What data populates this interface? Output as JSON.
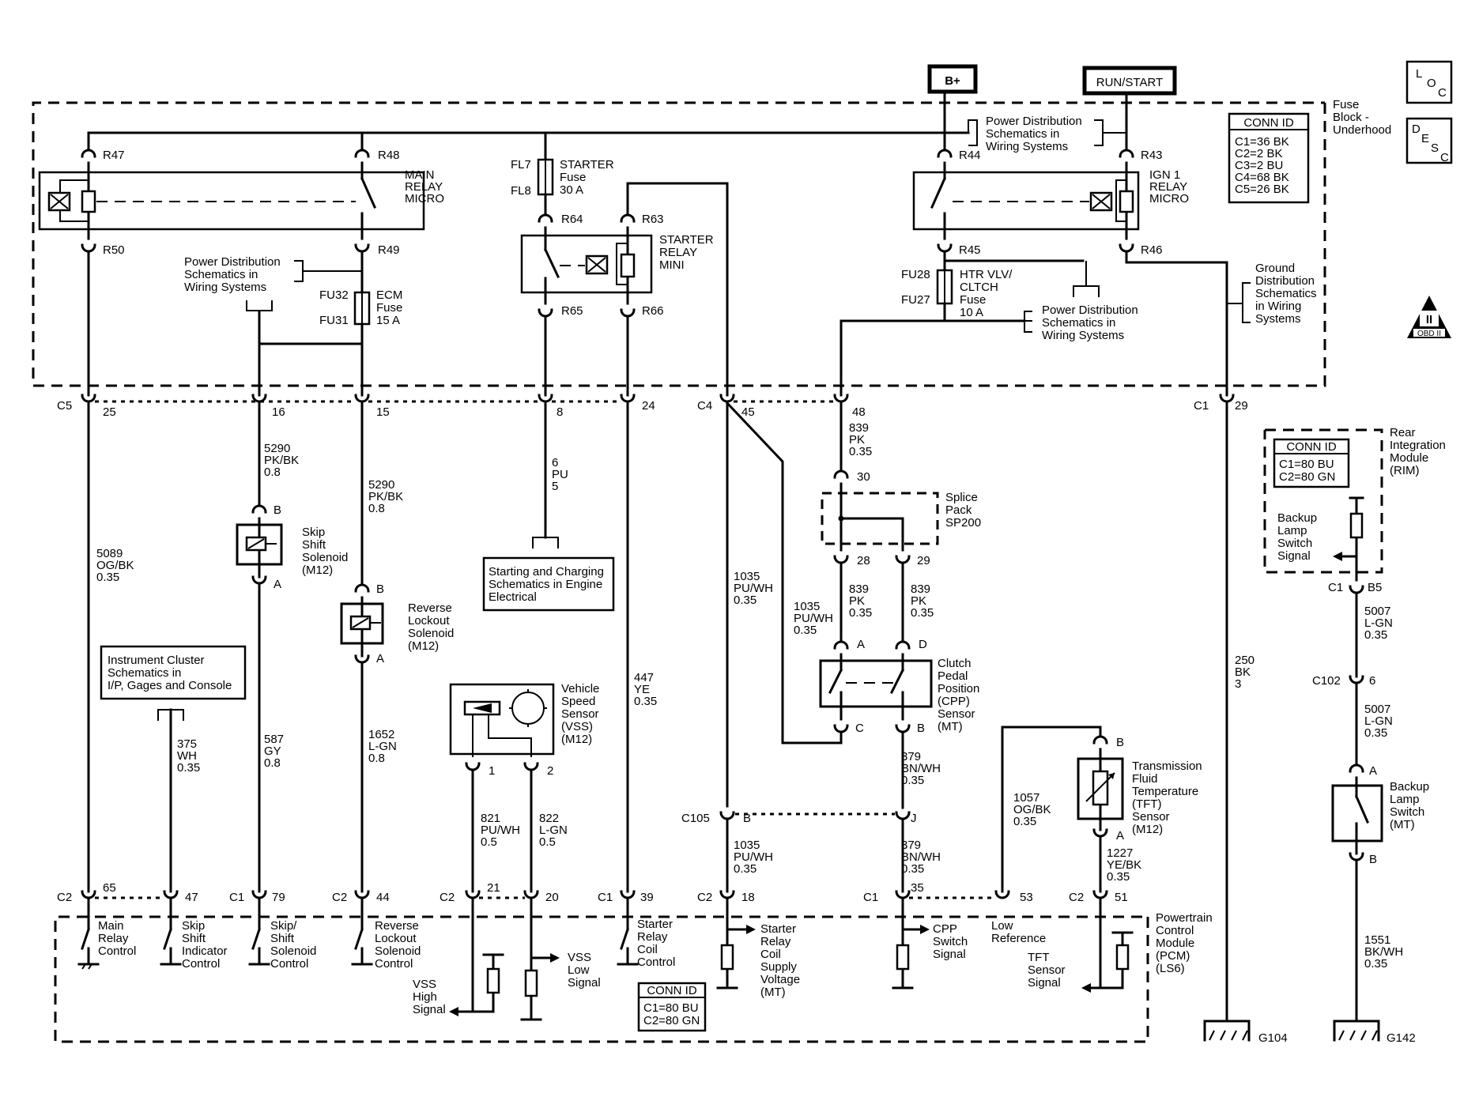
{
  "supply": {
    "bplus": "B+",
    "run_start": "RUN/START"
  },
  "legend": {
    "loc": [
      "L",
      "O",
      "C"
    ],
    "desc": [
      "D",
      "E",
      "S",
      "C"
    ],
    "obd": "OBD II",
    "obd_num": "II"
  },
  "fuse_block": {
    "title": [
      "Fuse",
      "Block -",
      "Underhood"
    ],
    "conn_title": "CONN ID",
    "conn": [
      "C1=36 BK",
      "C2=2 BK",
      "C3=2 BU",
      "C4=68 BK",
      "C5=26 BK"
    ],
    "main_relay": [
      "MAIN",
      "RELAY",
      "MICRO"
    ],
    "ign_relay": [
      "IGN 1",
      "RELAY",
      "MICRO"
    ],
    "starter_relay": [
      "STARTER",
      "RELAY",
      "MINI"
    ],
    "starter_fuse": [
      "STARTER",
      "Fuse",
      "30 A"
    ],
    "ecm_fuse": [
      "ECM",
      "Fuse",
      "15 A"
    ],
    "htr_fuse": [
      "HTR VLV/",
      "CLTCH",
      "Fuse",
      "10 A"
    ],
    "pins": {
      "r47": "R47",
      "r48": "R48",
      "r50": "R50",
      "r49": "R49",
      "fl7": "FL7",
      "fl8": "FL8",
      "r64": "R64",
      "r63": "R63",
      "r65": "R65",
      "r66": "R66",
      "r44": "R44",
      "r43": "R43",
      "r45": "R45",
      "r46": "R46",
      "fu32": "FU32",
      "fu31": "FU31",
      "fu28": "FU28",
      "fu27": "FU27"
    },
    "pd_top": [
      "Power Distribution",
      "Schematics in",
      "Wiring Systems"
    ],
    "pd_left": [
      "Power Distribution",
      "Schematics in",
      "Wiring Systems"
    ],
    "pd_right": [
      "Power Distribution",
      "Schematics in",
      "Wiring Systems"
    ],
    "ground_dist": [
      "Ground",
      "Distribution",
      "Schematics",
      "in Wiring",
      "Systems"
    ]
  },
  "connectors": {
    "c5": "C5",
    "c5_pin": "25",
    "p16": "16",
    "p15": "15",
    "p8": "8",
    "p24": "24",
    "c4": "C4",
    "c4_pin": "45",
    "p48": "48",
    "c1": "C1",
    "c1_pin": "29"
  },
  "wires": {
    "w5089": [
      "5089",
      "OG/BK",
      "0.35"
    ],
    "w5290a": [
      "5290",
      "PK/BK",
      "0.8"
    ],
    "w5290b": [
      "5290",
      "PK/BK",
      "0.8"
    ],
    "w6": [
      "6",
      "PU",
      "5"
    ],
    "w839a": [
      "839",
      "PK",
      "0.35"
    ],
    "w839b": [
      "839",
      "PK",
      "0.35"
    ],
    "w839c": [
      "839",
      "PK",
      "0.35"
    ],
    "w1035a": [
      "1035",
      "PU/WH",
      "0.35"
    ],
    "w1035b": [
      "1035",
      "PU/WH",
      "0.35"
    ],
    "w1035c": [
      "1035",
      "PU/WH",
      "0.35"
    ],
    "w447": [
      "447",
      "YE",
      "0.35"
    ],
    "w250": [
      "250",
      "BK",
      "3"
    ],
    "w375": [
      "375",
      "WH",
      "0.35"
    ],
    "w587": [
      "587",
      "GY",
      "0.8"
    ],
    "w1652": [
      "1652",
      "L-GN",
      "0.8"
    ],
    "w821": [
      "821",
      "PU/WH",
      "0.5"
    ],
    "w822": [
      "822",
      "L-GN",
      "0.5"
    ],
    "w379a": [
      "379",
      "BN/WH",
      "0.35"
    ],
    "w379b": [
      "379",
      "BN/WH",
      "0.35"
    ],
    "w1057": [
      "1057",
      "OG/BK",
      "0.35"
    ],
    "w1227": [
      "1227",
      "YE/BK",
      "0.35"
    ],
    "w5007a": [
      "5007",
      "L-GN",
      "0.35"
    ],
    "w5007b": [
      "5007",
      "L-GN",
      "0.35"
    ],
    "w1551": [
      "1551",
      "BK/WH",
      "0.35"
    ]
  },
  "components": {
    "skip_shift": [
      "Skip",
      "Shift",
      "Solenoid",
      "(M12)"
    ],
    "reverse_lockout": [
      "Reverse",
      "Lockout",
      "Solenoid",
      "(M12)"
    ],
    "vss": [
      "Vehicle",
      "Speed",
      "Sensor",
      "(VSS)",
      "(M12)"
    ],
    "splice": [
      "Splice",
      "Pack",
      "SP200"
    ],
    "cpp": [
      "Clutch",
      "Pedal",
      "Position",
      "(CPP)",
      "Sensor",
      "(MT)"
    ],
    "tft": [
      "Transmission",
      "Fluid",
      "Temperature",
      "(TFT)",
      "Sensor",
      "(M12)"
    ],
    "rim": [
      "Rear",
      "Integration",
      "Module",
      "(RIM)"
    ],
    "rim_conn_title": "CONN ID",
    "rim_conn": [
      "C1=80 BU",
      "C2=80 GN"
    ],
    "backup_signal": [
      "Backup",
      "Lamp",
      "Switch",
      "Signal"
    ],
    "backup_switch": [
      "Backup",
      "Lamp",
      "Switch",
      "(MT)"
    ],
    "starting_ref": [
      "Starting and Charging",
      "Schematics in Engine",
      "Electrical"
    ],
    "cluster_ref": [
      "Instrument Cluster",
      "Schematics in",
      "I/P, Gages and Console"
    ]
  },
  "pin_labels": {
    "b": "B",
    "a": "A",
    "d": "D",
    "c": "C",
    "j": "J",
    "p30": "30",
    "p28": "28",
    "p29": "29",
    "p1": "1",
    "p2": "2",
    "c105": "C105",
    "b5": "B5",
    "c102": "C102",
    "p6": "6",
    "c1": "C1",
    "c2": "C2"
  },
  "pcm_pins": {
    "c2_65": [
      "C2",
      "65"
    ],
    "p47": "47",
    "c1_79": [
      "C1",
      "79"
    ],
    "c2_44": [
      "C2",
      "44"
    ],
    "c2_21": [
      "C2",
      "21"
    ],
    "p20": "20",
    "c1_39": [
      "C1",
      "39"
    ],
    "c2_18": [
      "C2",
      "18"
    ],
    "c1_35": [
      "C1",
      "35"
    ],
    "p53": "53",
    "c2_51": [
      "C2",
      "51"
    ]
  },
  "pcm": {
    "title": [
      "Powertrain",
      "Control",
      "Module",
      "(PCM)",
      "(LS6)"
    ],
    "conn_title": "CONN ID",
    "conn": [
      "C1=80 BU",
      "C2=80 GN"
    ],
    "main_relay_ctrl": [
      "Main",
      "Relay",
      "Control"
    ],
    "skip_ind": [
      "Skip",
      "Shift",
      "Indicator",
      "Control"
    ],
    "skip_sol": [
      "Skip/",
      "Shift",
      "Solenoid",
      "Control"
    ],
    "rev_lock": [
      "Reverse",
      "Lockout",
      "Solenoid",
      "Control"
    ],
    "vss_high": [
      "VSS",
      "High",
      "Signal"
    ],
    "vss_low": [
      "VSS",
      "Low",
      "Signal"
    ],
    "starter_coil": [
      "Starter",
      "Relay",
      "Coil",
      "Control"
    ],
    "starter_supply": [
      "Starter",
      "Relay",
      "Coil",
      "Supply",
      "Voltage",
      "(MT)"
    ],
    "cpp_signal": [
      "CPP",
      "Switch",
      "Signal"
    ],
    "low_ref": [
      "Low",
      "Reference"
    ],
    "tft_signal": [
      "TFT",
      "Sensor",
      "Signal"
    ]
  },
  "grounds": {
    "g104": "G104",
    "g142": "G142"
  }
}
